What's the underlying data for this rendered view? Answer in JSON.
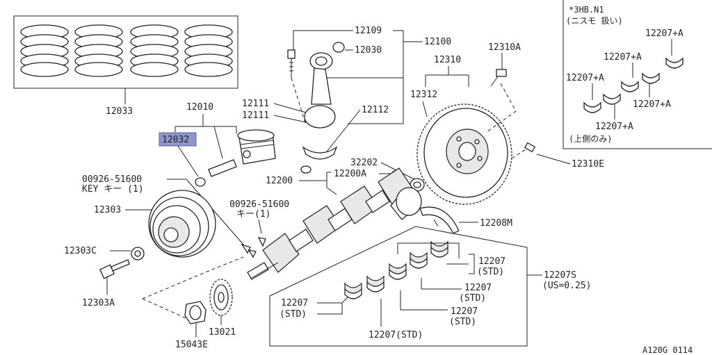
{
  "labels": {
    "p12033": "12033",
    "p12010": "12010",
    "p12032": "12032",
    "p12109": "12109",
    "p12100": "12100",
    "p12030": "12030",
    "p12111a": "12111",
    "p12111b": "12111",
    "p12112": "12112",
    "p12310": "12310",
    "p12310A": "12310A",
    "p12312": "12312",
    "p12310E": "12310E",
    "p32202": "32202",
    "p12200A": "12200A",
    "p12200": "12200",
    "p00926a": "00926-51600",
    "key1": "KEY キー (1)",
    "p12303": "12303",
    "p00926b": "00926-51600",
    "key2": "キー(1)",
    "p12303C": "12303C",
    "p12303A": "12303A",
    "p12208M": "12208M",
    "p12207a": "12207",
    "std1": "(STD)",
    "p12207S": "12207S",
    "us025": "(US=0.25)",
    "p12207b": "12207",
    "std2": "(STD)",
    "p12207c": "12207",
    "std3": "(STD)",
    "p12207d": "12207",
    "std4": "(STD)",
    "p12207e": "12207(STD)",
    "p13021": "13021",
    "p15043E": "15043E",
    "inset_title": "*3HB.N1",
    "inset_sub": "(ニスモ 扱い)",
    "ia1": "12207+A",
    "ia2": "12207+A",
    "ia3": "12207+A",
    "ia4": "12207+A",
    "ia5": "12207+A",
    "inset_note": "(上側のみ)",
    "figure_code": "A120G 0114"
  }
}
